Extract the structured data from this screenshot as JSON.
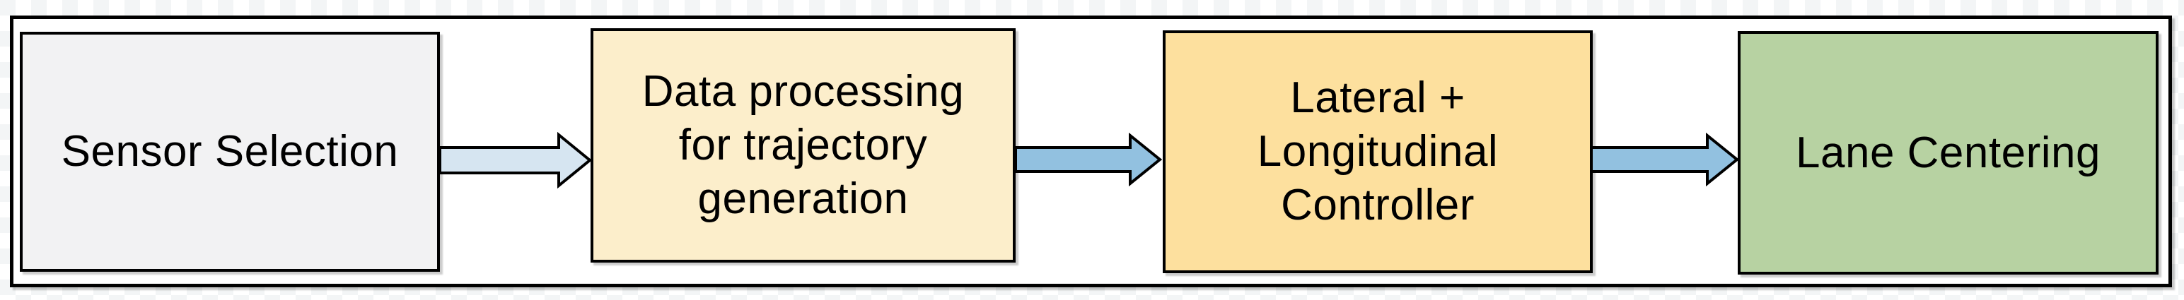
{
  "diagram": {
    "type": "flowchart",
    "direction": "left-to-right",
    "canvas_fill": "#FFFFFF",
    "border_color": "#000000",
    "boxes": [
      {
        "id": "sensor-selection",
        "label": "Sensor Selection",
        "fill": "#F2F2F3"
      },
      {
        "id": "data-processing",
        "label": "Data processing\nfor trajectory\ngeneration",
        "fill": "#FCEECB"
      },
      {
        "id": "lateral-longitudinal-controller",
        "label": "Lateral +\nLongitudinal\nController",
        "fill": "#FDE09E"
      },
      {
        "id": "lane-centering",
        "label": "Lane Centering",
        "fill": "#B7D2A2"
      }
    ],
    "arrows": [
      {
        "from": "sensor-selection",
        "to": "data-processing",
        "fill": "#D6E5F1"
      },
      {
        "from": "data-processing",
        "to": "lateral-longitudinal-controller",
        "fill": "#92C1E0"
      },
      {
        "from": "lateral-longitudinal-controller",
        "to": "lane-centering",
        "fill": "#92C1E0"
      }
    ]
  }
}
